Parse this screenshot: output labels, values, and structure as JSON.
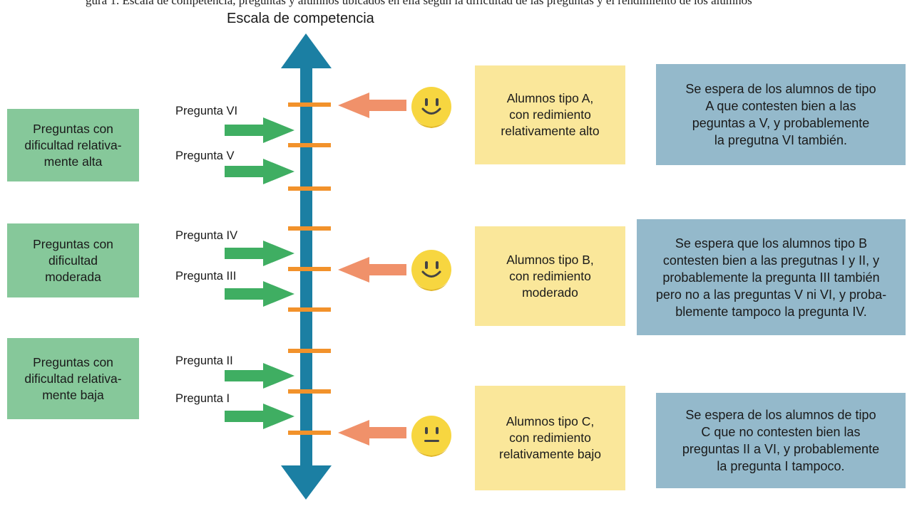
{
  "top_caption": "gura 1. Escala de competencia, preguntas y alumnos ubicados en ella según la dificultad de las preguntas y el rendimiento de los alumnos",
  "scale_title": "Escala de competencia",
  "colors": {
    "scale": "#1b7fa3",
    "tick": "#f2922b",
    "question_arrow": "#3fae62",
    "student_arrow": "#f0916a",
    "difficulty_box": "#86c89a",
    "student_box": "#fae79a",
    "expectation_box": "#94b9cb",
    "face": "#f7d640"
  },
  "difficulty_groups": [
    {
      "label": "Preguntas con\ndificultad relativa-\nmente alta"
    },
    {
      "label": "Preguntas con\ndificultad\nmoderada"
    },
    {
      "label": "Preguntas con\ndificultad relativa-\nmente baja"
    }
  ],
  "questions": [
    {
      "label": "Pregunta VI"
    },
    {
      "label": "Pregunta V"
    },
    {
      "label": "Pregunta IV"
    },
    {
      "label": "Pregunta III"
    },
    {
      "label": "Pregunta II"
    },
    {
      "label": "Pregunta I"
    }
  ],
  "students": [
    {
      "label": "Alumnos tipo A,\ncon redimiento\nrelativamente alto",
      "face_icon": "smiling-face-icon",
      "expectation": "Se espera de los alumnos de tipo\nA que contesten bien a las\npeguntas a V, y probablemente\nla pregutna VI también."
    },
    {
      "label": "Alumnos tipo B,\ncon redimiento\nmoderado",
      "face_icon": "smiling-face-icon",
      "expectation": "Se espera que los alumnos tipo B\ncontesten bien a las pregutnas I y II, y\nprobablemente la pregunta III también\npero no a las preguntas V ni VI, y proba-\nblemente tampoco la pregunta IV."
    },
    {
      "label": "Alumnos tipo C,\ncon redimiento\nrelativamente bajo",
      "face_icon": "neutral-face-icon",
      "expectation": "Se espera de los alumnos de tipo\nC que no contesten bien las\npreguntas II a VI, y probablemente\nla pregunta I tampoco."
    }
  ]
}
